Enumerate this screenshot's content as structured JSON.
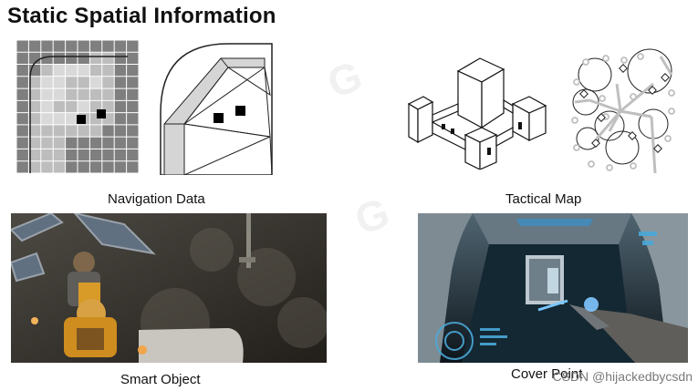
{
  "slide": {
    "title": "Static Spatial Information"
  },
  "panels": [
    {
      "id": "nav",
      "caption": "Navigation Data"
    },
    {
      "id": "tactical",
      "caption": "Tactical Map"
    },
    {
      "id": "smart",
      "caption": "Smart Object"
    },
    {
      "id": "cover",
      "caption": "Cover Point"
    }
  ],
  "watermark": {
    "text": "CSDN @hijackedbycsdn"
  },
  "colors": {
    "grid_dark": "#7f7f7f",
    "grid_mid": "#bdbdbd",
    "grid_light": "#d9d9d9",
    "black": "#000000",
    "outline": "#333333",
    "tactical_node": "#bfbfbf",
    "game_bg_dark": "#2f2b24",
    "hud_blue": "#4aa8d8"
  }
}
